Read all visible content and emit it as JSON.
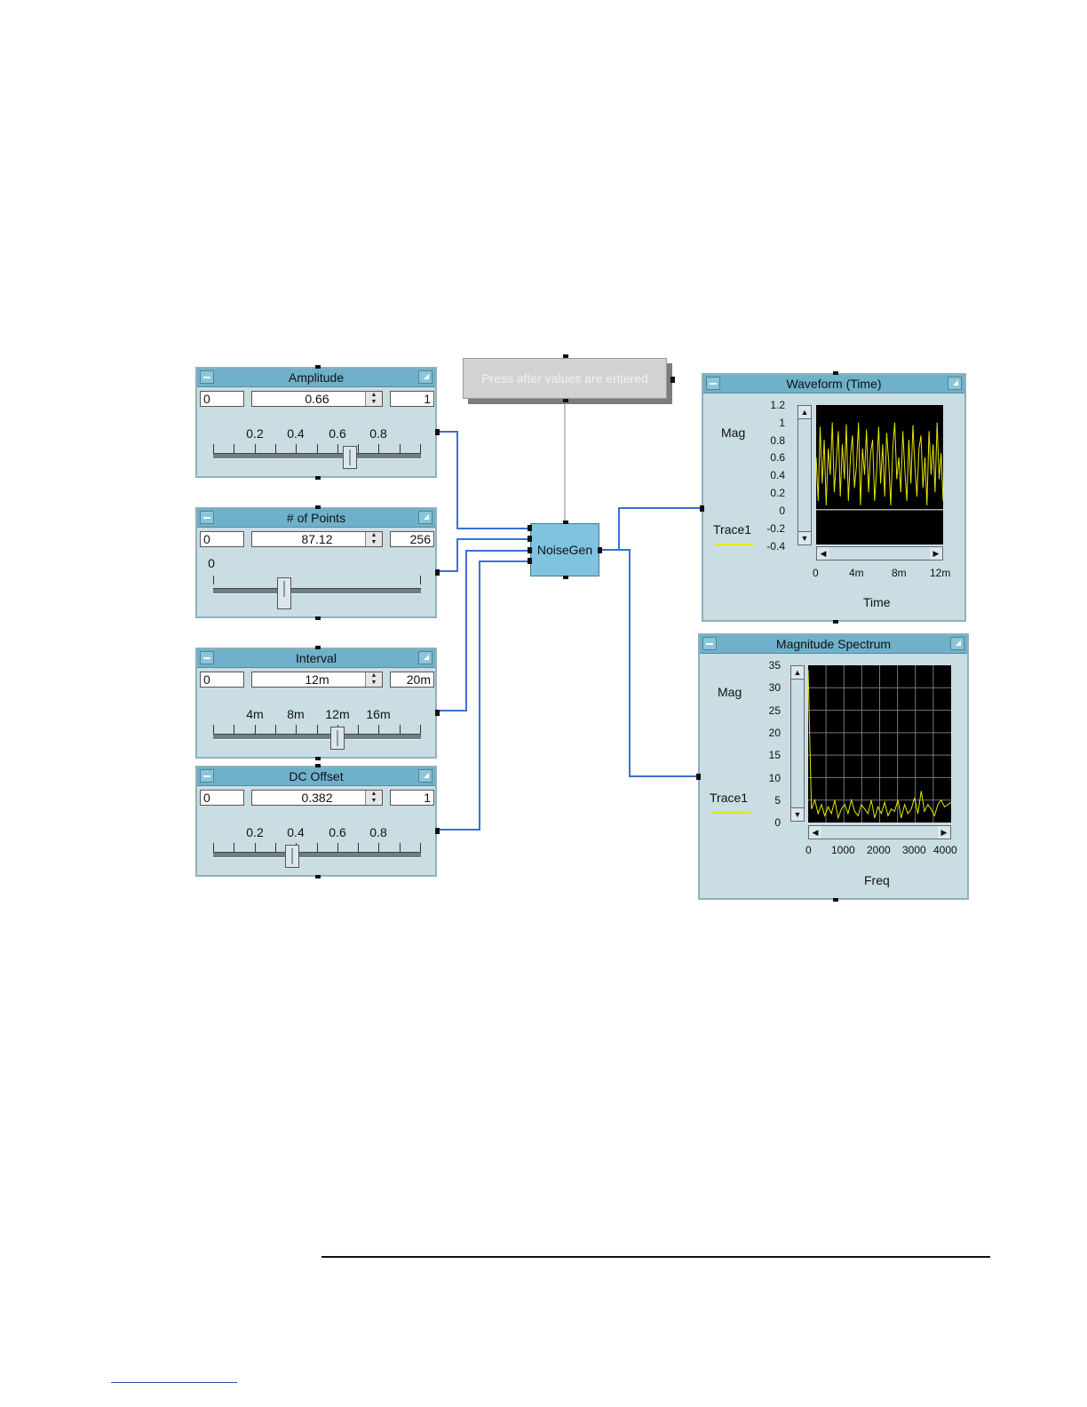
{
  "panels": {
    "amplitude": {
      "title": "Amplitude",
      "min": "0",
      "value": "0.66",
      "max": "1",
      "scale": [
        "0.2",
        "0.4",
        "0.6",
        "0.8"
      ],
      "position": 0.66
    },
    "points": {
      "title": "# of Points",
      "min": "0",
      "value": "87.12",
      "max": "256",
      "scale": [
        "0"
      ],
      "position": 0.34
    },
    "interval": {
      "title": "Interval",
      "min": "0",
      "value": "12m",
      "max": "20m",
      "scale": [
        "4m",
        "8m",
        "12m",
        "16m"
      ],
      "position": 0.6
    },
    "dcoffset": {
      "title": "DC Offset",
      "min": "0",
      "value": "0.382",
      "max": "1",
      "scale": [
        "0.2",
        "0.4",
        "0.6",
        "0.8"
      ],
      "position": 0.382
    }
  },
  "press_button": {
    "label": "Press after values are entered"
  },
  "noisegen": {
    "label": "NoiseGen"
  },
  "waveform": {
    "title": "Waveform (Time)",
    "ylabel": "Mag",
    "xlabel": "Time",
    "legend": "Trace1",
    "yticks": [
      "1.2",
      "1",
      "0.8",
      "0.6",
      "0.4",
      "0.2",
      "0",
      "-0.2",
      "-0.4"
    ],
    "xticks": [
      "0",
      "4m",
      "8m",
      "12m"
    ]
  },
  "spectrum": {
    "title": "Magnitude Spectrum",
    "ylabel": "Mag",
    "xlabel": "Freq",
    "legend": "Trace1",
    "yticks": [
      "35",
      "30",
      "25",
      "20",
      "15",
      "10",
      "5",
      "0"
    ],
    "xticks": [
      "0",
      "1000",
      "2000",
      "3000",
      "4000"
    ]
  },
  "colors": {
    "wire": "#3b6fd6",
    "trace": "#e6e600",
    "panel": "#c9dde3",
    "titlebar": "#6fb1cb"
  },
  "chart_data": [
    {
      "type": "line",
      "title": "Waveform (Time)",
      "xlabel": "Time",
      "ylabel": "Mag",
      "ylim": [
        -0.4,
        1.2
      ],
      "xlim": [
        0,
        0.012
      ],
      "series": [
        {
          "name": "Trace1",
          "values": [
            0.6,
            0.1,
            0.95,
            0.3,
            0.8,
            0.05,
            0.7,
            0.4,
            1.0,
            0.2,
            0.55,
            0.9,
            0.15,
            0.75,
            0.35,
            0.98,
            0.1,
            0.6,
            0.85,
            0.25,
            0.5,
            1.0,
            0.05,
            0.7,
            0.4,
            0.92,
            0.2,
            0.65,
            0.8,
            0.1,
            0.45,
            0.95,
            0.3,
            0.75,
            0.15,
            0.88,
            0.55,
            0.05,
            0.7,
            1.0,
            0.35,
            0.6,
            0.2,
            0.9,
            0.45,
            0.1,
            0.8,
            0.3,
            0.97,
            0.5,
            0.15,
            0.7,
            0.85,
            0.25,
            0.6,
            0.05,
            0.9,
            0.4,
            0.75,
            0.2,
            1.0,
            0.35,
            0.65,
            0.1
          ]
        }
      ]
    },
    {
      "type": "line",
      "title": "Magnitude Spectrum",
      "xlabel": "Freq",
      "ylabel": "Mag",
      "ylim": [
        0,
        35
      ],
      "xlim": [
        0,
        4000
      ],
      "grid": true,
      "series": [
        {
          "name": "Trace1",
          "values": [
            34,
            3,
            5,
            2,
            4,
            1.5,
            3.5,
            2,
            5,
            1,
            3,
            4,
            2,
            5,
            2.5,
            1.5,
            4,
            3,
            2,
            5,
            1,
            3.5,
            2,
            4.5,
            1.5,
            3,
            2.5,
            5,
            1,
            4,
            2,
            3,
            5.5,
            2,
            7,
            2.5,
            4,
            3,
            1.5,
            4,
            5,
            3.5,
            4,
            4.5
          ]
        }
      ]
    }
  ]
}
